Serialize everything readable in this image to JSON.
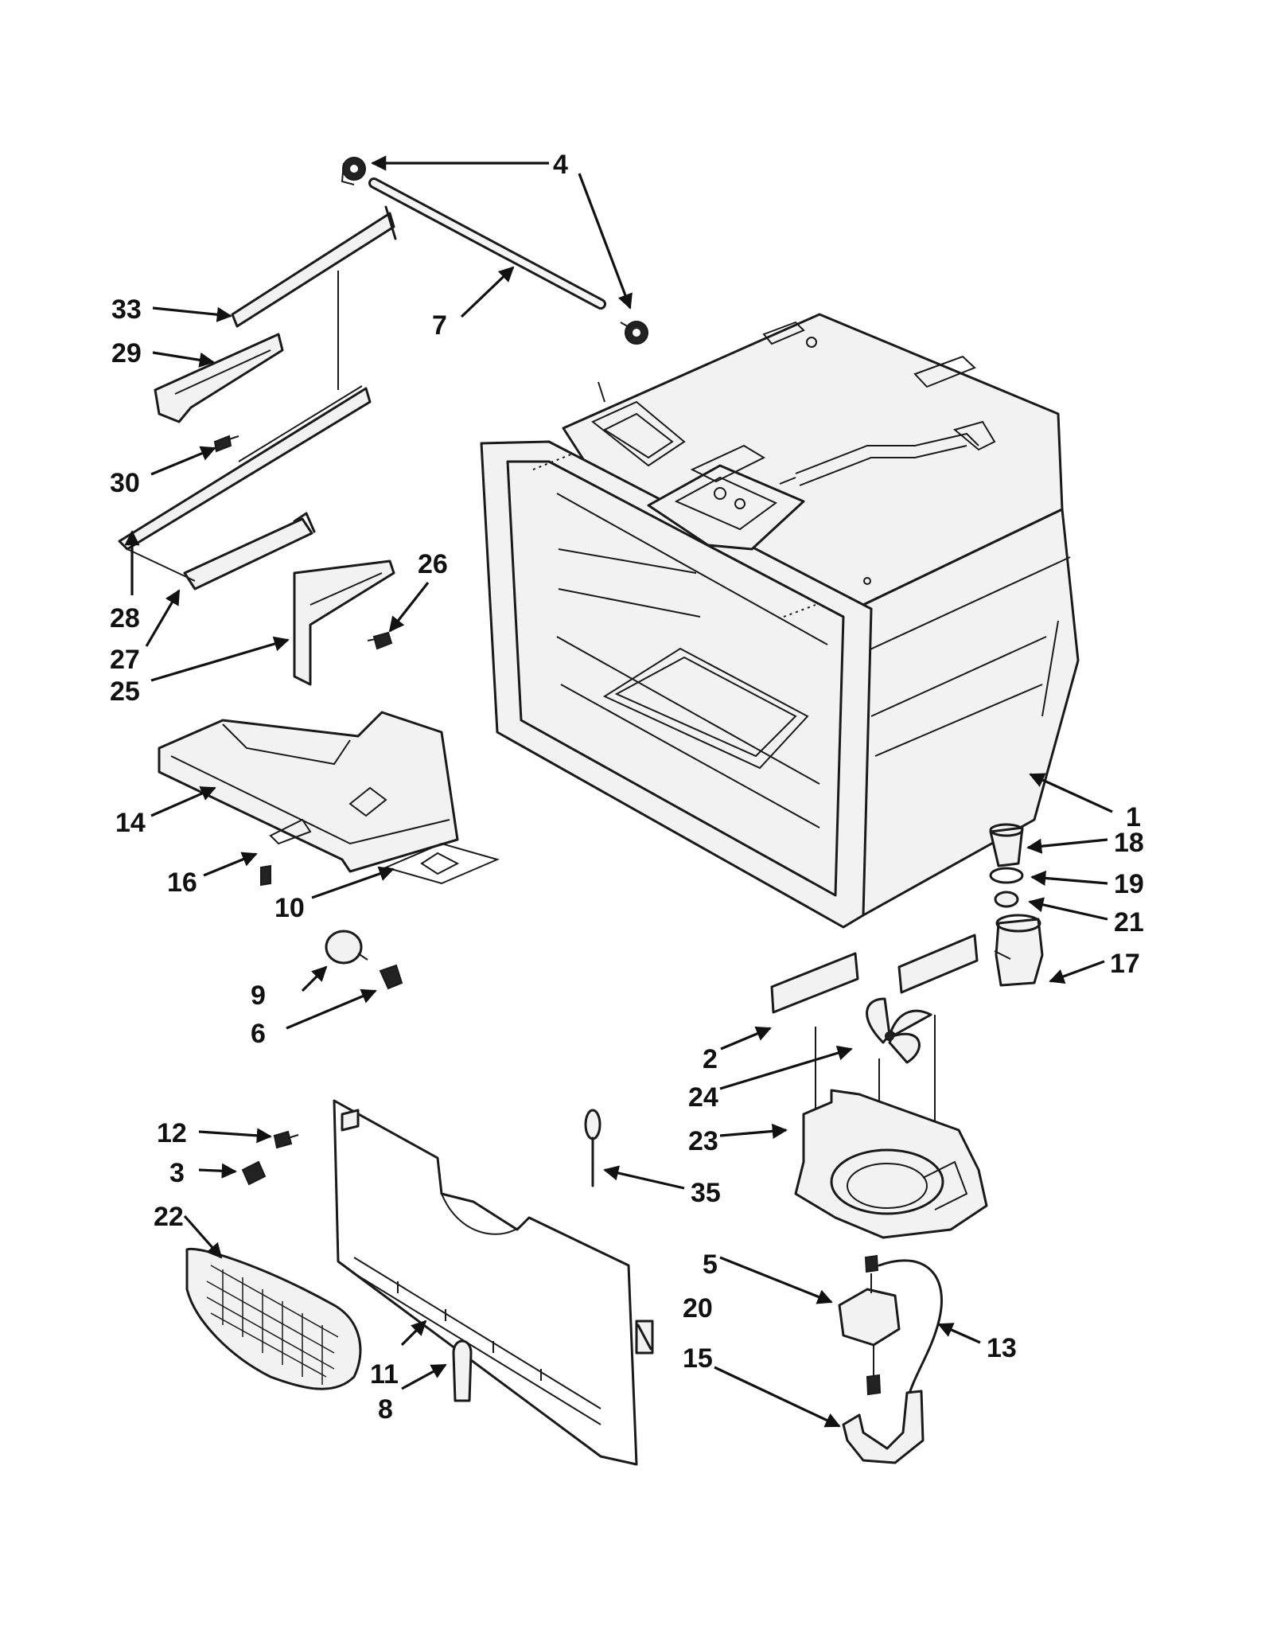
{
  "diagram": {
    "callouts": [
      "4",
      "7",
      "33",
      "29",
      "30",
      "28",
      "27",
      "26",
      "25",
      "14",
      "16",
      "10",
      "9",
      "6",
      "1",
      "18",
      "19",
      "21",
      "17",
      "2",
      "24",
      "23",
      "12",
      "3",
      "22",
      "35",
      "5",
      "20",
      "13",
      "15",
      "11",
      "8"
    ]
  }
}
